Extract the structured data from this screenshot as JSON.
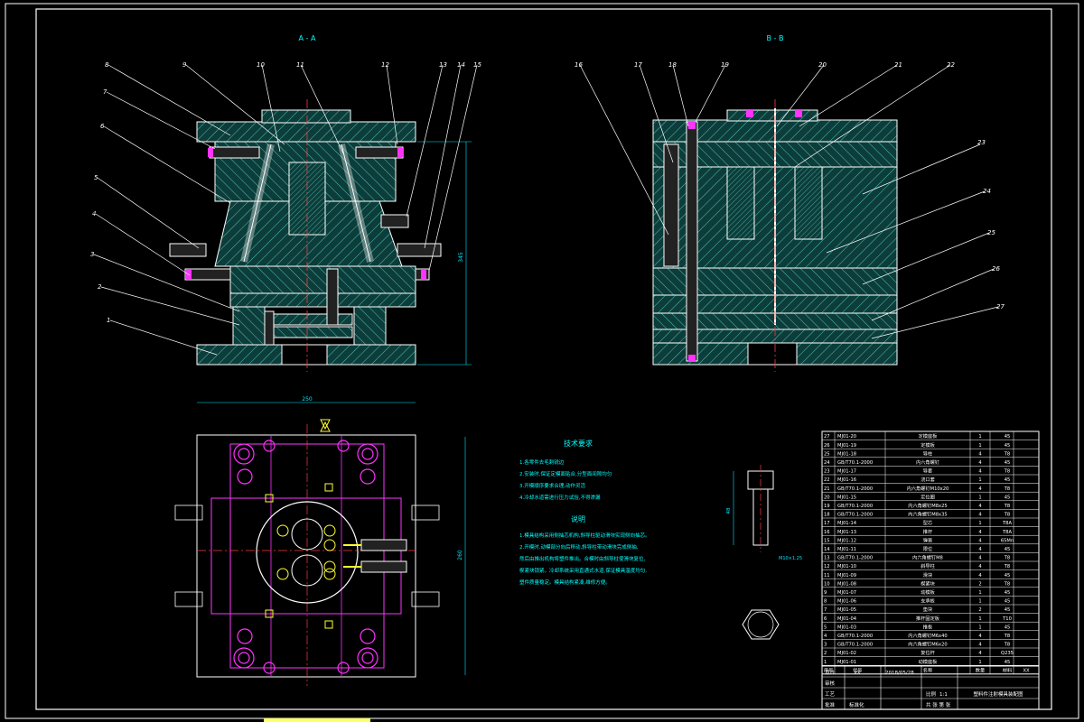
{
  "views": {
    "section_aa": "A - A",
    "section_bb": "B - B"
  },
  "balloons_left": [
    "8",
    "9",
    "10",
    "11",
    "12",
    "13",
    "14",
    "15",
    "7",
    "6",
    "5",
    "4",
    "3",
    "2",
    "1"
  ],
  "balloons_right": [
    "16",
    "17",
    "18",
    "19",
    "20",
    "21",
    "22",
    "23",
    "24",
    "25",
    "26",
    "27"
  ],
  "dims": {
    "height_left": "345",
    "width_plan": "250",
    "height_plan": "260",
    "bolt_len": "48",
    "bolt_thread": "M10×1.25"
  },
  "tech_req": {
    "title": "技术要求",
    "items": [
      "1.各零件去毛刺锐边",
      "2.安装时,保证定模面贴合,分型面间隙均匀",
      "3.开模顺序要求合理,动作灵活",
      "4.冷却水道需进行压力试验,不得渗漏"
    ]
  },
  "notes": {
    "title": "说明",
    "lines": [
      "1.模具结构采用侧抽芯机构,斜导柱驱动滑块实现侧向抽芯。",
      "2.开模时,动模部分向后移动,斜导柱带动滑块完成侧抽,",
      "然后由推出机构将塑件推出。合模时由斜导柱使滑块复位,",
      "楔紧块锁紧。冷却系统采用直通式水道,保证模具温度均匀,",
      "塑件质量稳定。模具结构紧凑,维修方便。"
    ]
  },
  "bom": [
    {
      "no": "27",
      "code": "MJ01-20",
      "name": "定模座板",
      "qty": "1",
      "mat": "45"
    },
    {
      "no": "26",
      "code": "MJ01-19",
      "name": "定模板",
      "qty": "1",
      "mat": "45"
    },
    {
      "no": "25",
      "code": "MJ01-18",
      "name": "导柱",
      "qty": "4",
      "mat": "T8"
    },
    {
      "no": "24",
      "code": "GB/T70.1-2000",
      "name": "内六角螺钉",
      "qty": "4",
      "mat": "45"
    },
    {
      "no": "23",
      "code": "MJ01-17",
      "name": "导套",
      "qty": "4",
      "mat": "T8"
    },
    {
      "no": "22",
      "code": "MJ01-16",
      "name": "浇口套",
      "qty": "1",
      "mat": "45"
    },
    {
      "no": "21",
      "code": "GB/T70.1-2000",
      "name": "内六角螺钉M10x20",
      "qty": "4",
      "mat": "T8"
    },
    {
      "no": "20",
      "code": "MJ01-15",
      "name": "定位圈",
      "qty": "1",
      "mat": "45"
    },
    {
      "no": "19",
      "code": "GB/T70.1-2000",
      "name": "内六角螺钉M8x25",
      "qty": "4",
      "mat": "T8"
    },
    {
      "no": "18",
      "code": "GB/T70.1-2000",
      "name": "内六角螺钉M8x35",
      "qty": "4",
      "mat": "T8"
    },
    {
      "no": "17",
      "code": "MJ01-14",
      "name": "型芯",
      "qty": "1",
      "mat": "T8A"
    },
    {
      "no": "16",
      "code": "MJ01-13",
      "name": "推杆",
      "qty": "4",
      "mat": "T8A"
    },
    {
      "no": "15",
      "code": "MJ01-12",
      "name": "弹簧",
      "qty": "4",
      "mat": "65Mn"
    },
    {
      "no": "14",
      "code": "MJ01-11",
      "name": "限位",
      "qty": "4",
      "mat": "45"
    },
    {
      "no": "13",
      "code": "GB/T70.1-2000",
      "name": "内六角螺钉M8",
      "qty": "4",
      "mat": "T8"
    },
    {
      "no": "12",
      "code": "MJ01-10",
      "name": "斜导柱",
      "qty": "4",
      "mat": "T8"
    },
    {
      "no": "11",
      "code": "MJ01-09",
      "name": "滑块",
      "qty": "4",
      "mat": "45"
    },
    {
      "no": "10",
      "code": "MJ01-08",
      "name": "楔紧块",
      "qty": "2",
      "mat": "T8"
    },
    {
      "no": "9",
      "code": "MJ01-07",
      "name": "动模板",
      "qty": "1",
      "mat": "45"
    },
    {
      "no": "8",
      "code": "MJ01-06",
      "name": "支承板",
      "qty": "1",
      "mat": "45"
    },
    {
      "no": "7",
      "code": "MJ01-05",
      "name": "垫块",
      "qty": "2",
      "mat": "45"
    },
    {
      "no": "6",
      "code": "MJ01-04",
      "name": "推杆固定板",
      "qty": "1",
      "mat": "T10"
    },
    {
      "no": "5",
      "code": "MJ01-03",
      "name": "推板",
      "qty": "1",
      "mat": "45"
    },
    {
      "no": "4",
      "code": "GB/T70.1-2000",
      "name": "内六角螺钉M6x40",
      "qty": "4",
      "mat": "T8"
    },
    {
      "no": "3",
      "code": "GB/T70.1-2000",
      "name": "内六角螺钉M6x20",
      "qty": "4",
      "mat": "T8"
    },
    {
      "no": "2",
      "code": "MJ01-02",
      "name": "复位杆",
      "qty": "4",
      "mat": "Q235"
    },
    {
      "no": "1",
      "code": "MJ01-01",
      "name": "动模座板",
      "qty": "1",
      "mat": "45"
    }
  ],
  "bom_header": {
    "no": "序号",
    "code": "代号",
    "name": "名称",
    "qty": "数量",
    "mat": "材料",
    "remark": "XX"
  },
  "title_block": {
    "design": "设计",
    "check": "审核",
    "approve": "批准",
    "process": "工艺",
    "designer": "XX",
    "date": "2018/05/28",
    "scale_label": "比例",
    "scale": "1:1",
    "drawing_title": "塑料件注射模具装配图",
    "standard": "标准化",
    "weight_label": "共  张  第  张"
  },
  "colors": {
    "frame": "#ffffff",
    "outline": "#ffffff",
    "hatch": "#3fb0a8",
    "dim": "#00e5ff",
    "center": "#ff3b3b",
    "magenta": "#ff33ff",
    "yellow": "#ffff33",
    "note_text": "#e6e6e6",
    "cyan_text": "#00ffff"
  }
}
